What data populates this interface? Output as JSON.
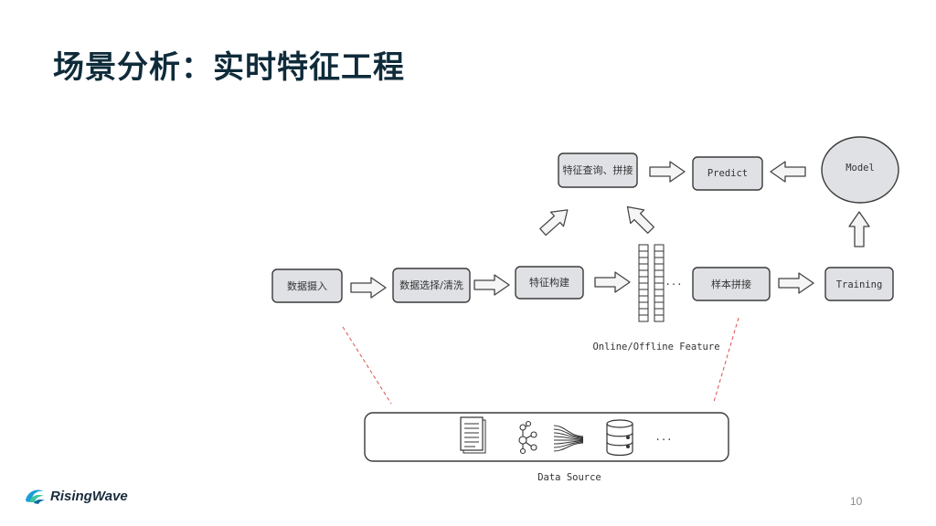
{
  "slide": {
    "title": "场景分析：实时特征工程",
    "page_number": "10"
  },
  "logo": {
    "text": "RisingWave"
  },
  "diagram": {
    "nodes": {
      "ingest": "数据摄入",
      "select_clean": "数据选择/清洗",
      "feature_build": "特征构建",
      "sample_join": "样本拼接",
      "training": "Training",
      "model": "Model",
      "predict": "Predict",
      "feature_query": "特征查询、拼接"
    },
    "feature_label": "Online/Offline Feature",
    "feature_ellipsis": "...",
    "data_source": {
      "label": "Data Source",
      "ellipsis": "...",
      "icons": [
        "document-stack-icon",
        "graph-network-icon",
        "stream-lines-icon",
        "database-icon"
      ]
    }
  },
  "colors": {
    "box_fill": "#dfe1e5",
    "box_stroke": "#3a3a3a",
    "dashed_line": "#d9534f",
    "title": "#0f2b3a"
  }
}
